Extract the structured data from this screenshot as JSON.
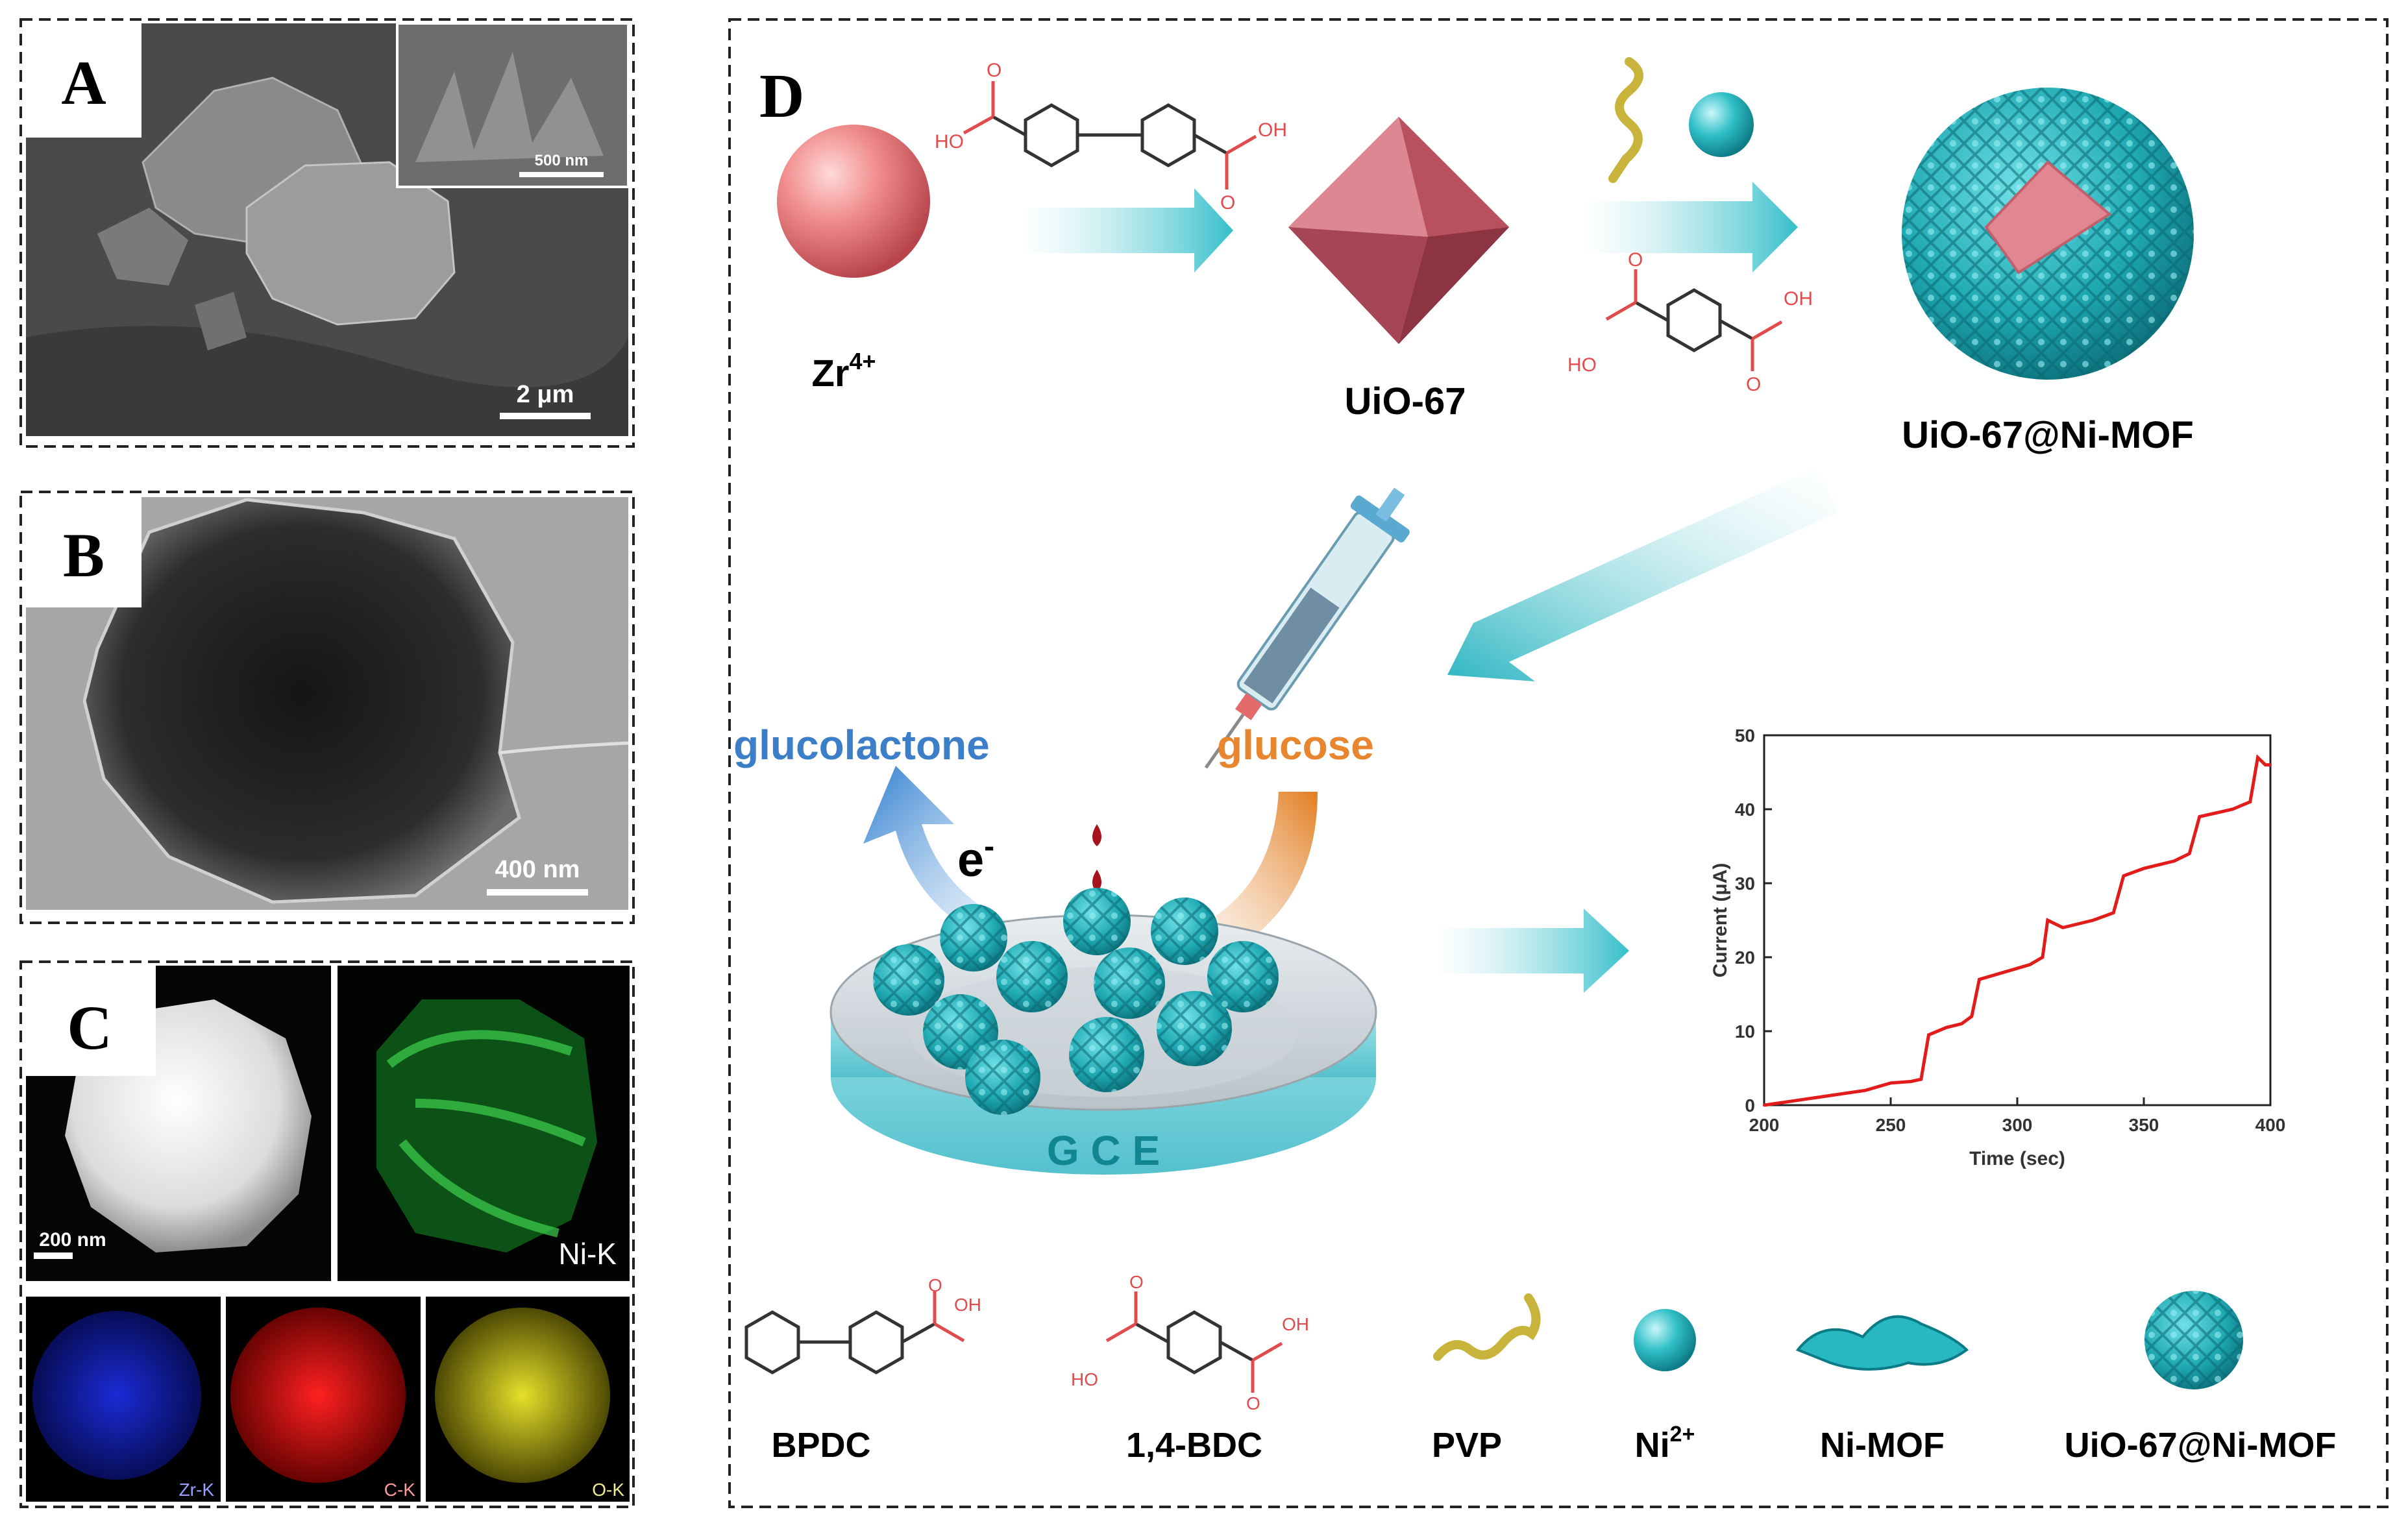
{
  "panels": {
    "a": {
      "letter": "A",
      "scale_main": "2 μm",
      "scale_inset": "500 nm"
    },
    "b": {
      "letter": "B",
      "scale": "400 nm"
    },
    "c": {
      "letter": "C",
      "scale": "200 nm",
      "maps": [
        "Ni-K",
        "Zr-K",
        "C-K",
        "O-K"
      ]
    },
    "d": {
      "letter": "D",
      "zr_label": "Zr",
      "zr_charge": "4+",
      "uio_label": "UiO-67",
      "composite_label": "UiO-67@Ni-MOF",
      "glucolactone": "glucolactone",
      "glucose": "glucose",
      "electron": "e",
      "electron_sign": "-",
      "gce": "G C E",
      "oh": "OH",
      "ho": "HO",
      "o": "O"
    }
  },
  "legend": [
    {
      "label": "BPDC"
    },
    {
      "label": "1,4-BDC"
    },
    {
      "label": "PVP"
    },
    {
      "label": "Ni",
      "sup": "2+"
    },
    {
      "label": "Ni-MOF"
    },
    {
      "label": "UiO-67@Ni-MOF"
    }
  ],
  "colors": {
    "zr_sphere": "#f08b8b",
    "octahedron": "#c55866",
    "teal": "#27b8c2",
    "arrow_teal": "#3fc3cf",
    "glucolactone": "#3c7fc8",
    "glucose": "#e7862f",
    "plot_line": "#e21b1b",
    "pvp": "#c8b43a"
  },
  "chart_data": {
    "type": "line",
    "title": "",
    "xlabel": "Time (sec)",
    "ylabel": "Current (μA)",
    "xlim": [
      200,
      400
    ],
    "ylim": [
      0,
      50
    ],
    "xticks": [
      200,
      250,
      300,
      350,
      400
    ],
    "yticks": [
      0,
      10,
      20,
      30,
      40,
      50
    ],
    "grid": false,
    "x": [
      200,
      210,
      220,
      230,
      240,
      245,
      250,
      258,
      262,
      265,
      272,
      278,
      282,
      285,
      295,
      305,
      310,
      312,
      318,
      330,
      338,
      342,
      350,
      362,
      368,
      372,
      385,
      392,
      395,
      398,
      400
    ],
    "y": [
      0,
      0.5,
      1,
      1.5,
      2,
      2.5,
      3,
      3.2,
      3.5,
      9.5,
      10.5,
      11,
      12,
      17,
      18,
      19,
      20,
      25,
      24,
      25,
      26,
      31,
      32,
      33,
      34,
      39,
      40,
      41,
      47,
      46,
      46
    ]
  }
}
